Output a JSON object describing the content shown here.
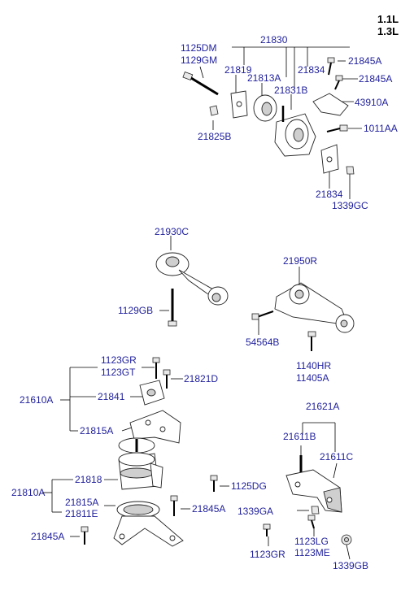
{
  "engine": {
    "line1": "1.1L",
    "line2": "1.3L"
  },
  "labels": {
    "p21830": "21830",
    "p1125DM": "1125DM",
    "p1129GM": "1129GM",
    "p21819": "21819",
    "p21834_top": "21834",
    "p21845A_1": "21845A",
    "p21813A": "21813A",
    "p21845A_2": "21845A",
    "p21831B": "21831B",
    "p43910A": "43910A",
    "p1011AA": "1011AA",
    "p21825B": "21825B",
    "p21834_bot": "21834",
    "p1339GC": "1339GC",
    "p21930C": "21930C",
    "p1129GB": "1129GB",
    "p21950R": "21950R",
    "p54564B": "54564B",
    "p1140HR": "1140HR",
    "p11405A": "11405A",
    "p1123GR_a": "1123GR",
    "p1123GT": "1123GT",
    "p21821D": "21821D",
    "p21610A": "21610A",
    "p21841": "21841",
    "p21815A_a": "21815A",
    "p21818": "21818",
    "p1125DG": "1125DG",
    "p21810A": "21810A",
    "p21815A_b": "21815A",
    "p21811E": "21811E",
    "p21845A_3": "21845A",
    "p21845A_4": "21845A",
    "p21621A": "21621A",
    "p21611B": "21611B",
    "p21611C": "21611C",
    "p1339GA": "1339GA",
    "p1123LG": "1123LG",
    "p1123ME": "1123ME",
    "p1123GR_b": "1123GR",
    "p1339GB": "1339GB"
  }
}
